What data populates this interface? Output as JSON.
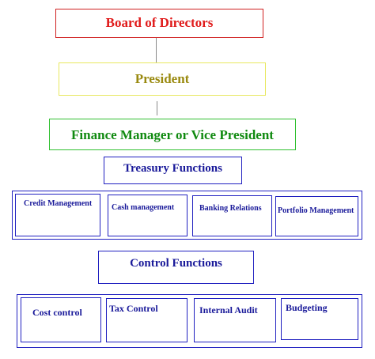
{
  "diagram": {
    "board": "Board of Directors",
    "president": "President",
    "finance": "Finance Manager or Vice President",
    "treasury": {
      "title": "Treasury Functions",
      "items": [
        "Credit Management",
        "Cash management",
        "Banking Relations",
        "Portfolio Management"
      ]
    },
    "control": {
      "title": "Control Functions",
      "items": [
        "Cost control",
        "Tax Control",
        "Internal Audit",
        "Budgeting"
      ]
    }
  }
}
